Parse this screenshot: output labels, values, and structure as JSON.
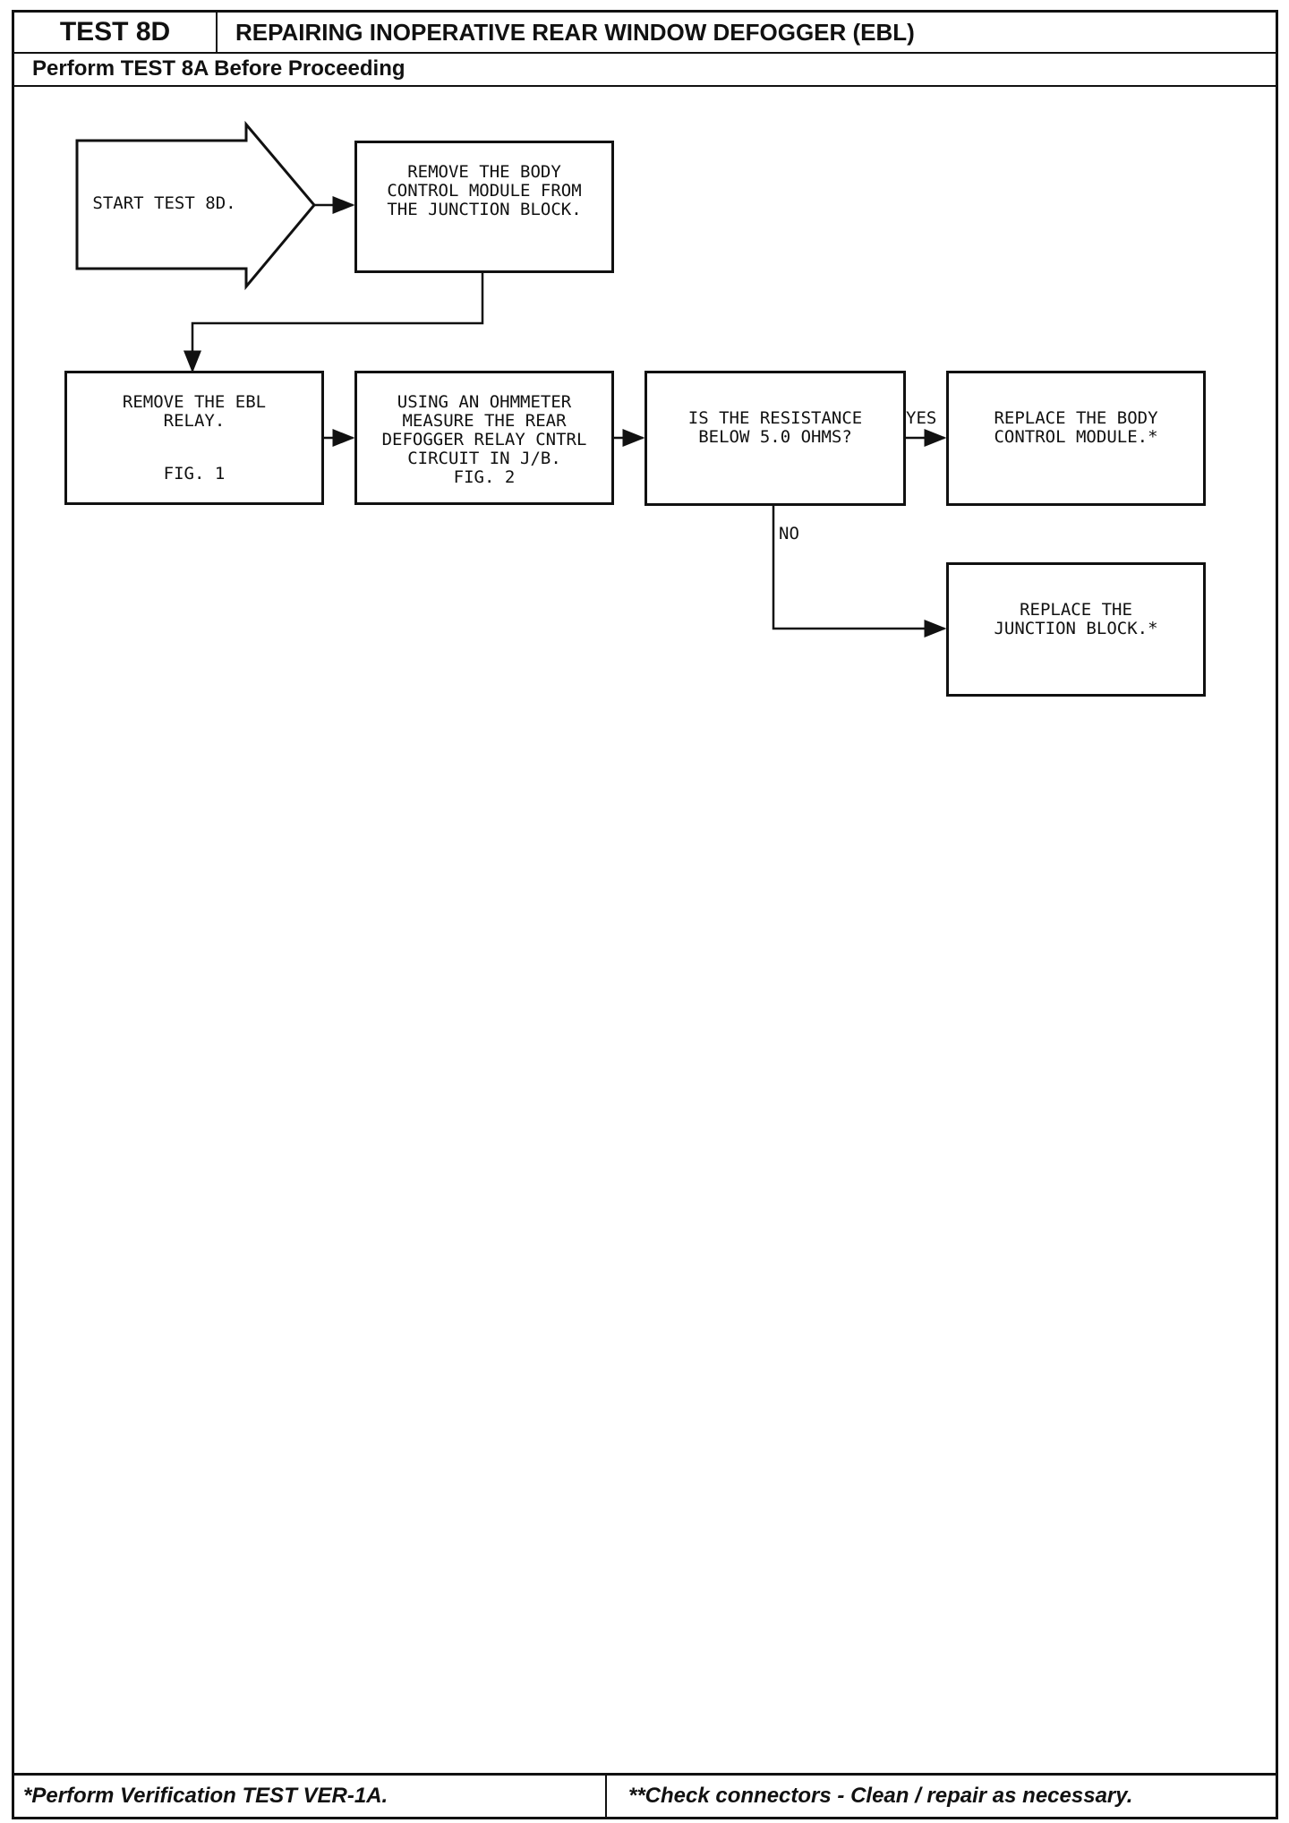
{
  "header": {
    "test_id": "TEST 8D",
    "title": "REPAIRING INOPERATIVE REAR WINDOW DEFOGGER (EBL)",
    "prerequisite": "Perform TEST 8A Before Proceeding"
  },
  "steps": {
    "start": "START TEST 8D.",
    "remove_bcm": [
      "REMOVE THE BODY",
      "CONTROL MODULE FROM",
      "THE JUNCTION BLOCK."
    ],
    "remove_ebl": [
      "REMOVE THE EBL",
      "RELAY."
    ],
    "remove_ebl_fig": "FIG. 1",
    "ohmmeter": [
      "USING AN OHMMETER",
      "MEASURE THE REAR",
      "DEFOGGER RELAY CNTRL",
      "CIRCUIT IN J/B.",
      "FIG. 2"
    ],
    "question": [
      "IS THE RESISTANCE",
      "BELOW 5.0 OHMS?"
    ],
    "yes_result": [
      "REPLACE THE BODY",
      "CONTROL MODULE.*"
    ],
    "no_result": [
      "REPLACE THE",
      "JUNCTION BLOCK.*"
    ]
  },
  "labels": {
    "yes": "YES",
    "no": "NO"
  },
  "footer": {
    "left": "*Perform Verification TEST VER-1A.",
    "right": "**Check connectors - Clean / repair as necessary."
  }
}
